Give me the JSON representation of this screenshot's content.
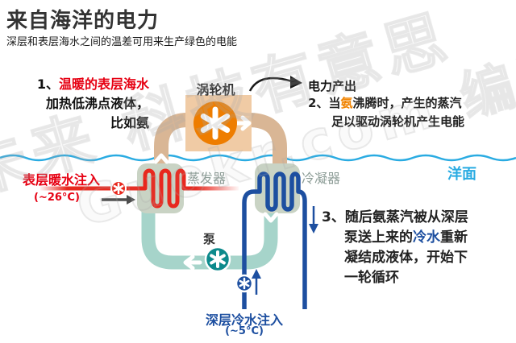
{
  "header": {
    "title": "来自海洋的电力",
    "subtitle": "深层和表层海水之间的温差可用来生产绿色的电能"
  },
  "steps": {
    "step1": {
      "num": "1、",
      "highlight": "温暖的表层海水",
      "line2": "加热低沸点液体，",
      "line3": "比如氨"
    },
    "step2": {
      "num": "2、",
      "pre": "当",
      "highlight": "氨",
      "post": "沸腾时，产生的蒸汽",
      "line2": "足以驱动涡轮机产生电能"
    },
    "step3": {
      "num": "3、",
      "line1": "随后氨蒸汽被从深层",
      "line2_pre": "泵送上来的",
      "line2_highlight": "冷水",
      "line2_post": "重新",
      "line3": "凝结成液体，开始下",
      "line4": "一轮循环"
    }
  },
  "labels": {
    "turbine": "涡轮机",
    "power_output": "电力产出",
    "evaporator": "蒸发器",
    "condenser": "冷凝器",
    "pump": "泵",
    "ocean_surface": "洋面",
    "warm_water_in": "表层暖水注入",
    "warm_water_temp": "(~26°C)",
    "cold_water_in": "深层冷水注入",
    "cold_water_temp": "(~5°C)"
  },
  "watermark": {
    "line1": "未来 科技有意思",
    "line2": "Guokr.com 编译"
  },
  "icons": {
    "turbine-icon": "white six-spoke asterisk rotor",
    "warm-pump-icon": "white asterisk on red circle",
    "ammonia-pump-icon": "white asterisk on teal circle",
    "cold-pump-icon": "white asterisk on navy circle"
  },
  "colors": {
    "warm_red": "#e60012",
    "warm_pipe_red": "#e8281e",
    "orange": "#ee7d00",
    "vapor_tan": "#d9b695",
    "turbine_box_tan": "#f0cba5",
    "exchanger_sage": "#c9d3c4",
    "liquid_teal": "#a6d4ca",
    "pump_teal": "#0d8a8c",
    "cold_navy": "#1d4fa0",
    "ocean_cyan": "#29abe2"
  }
}
